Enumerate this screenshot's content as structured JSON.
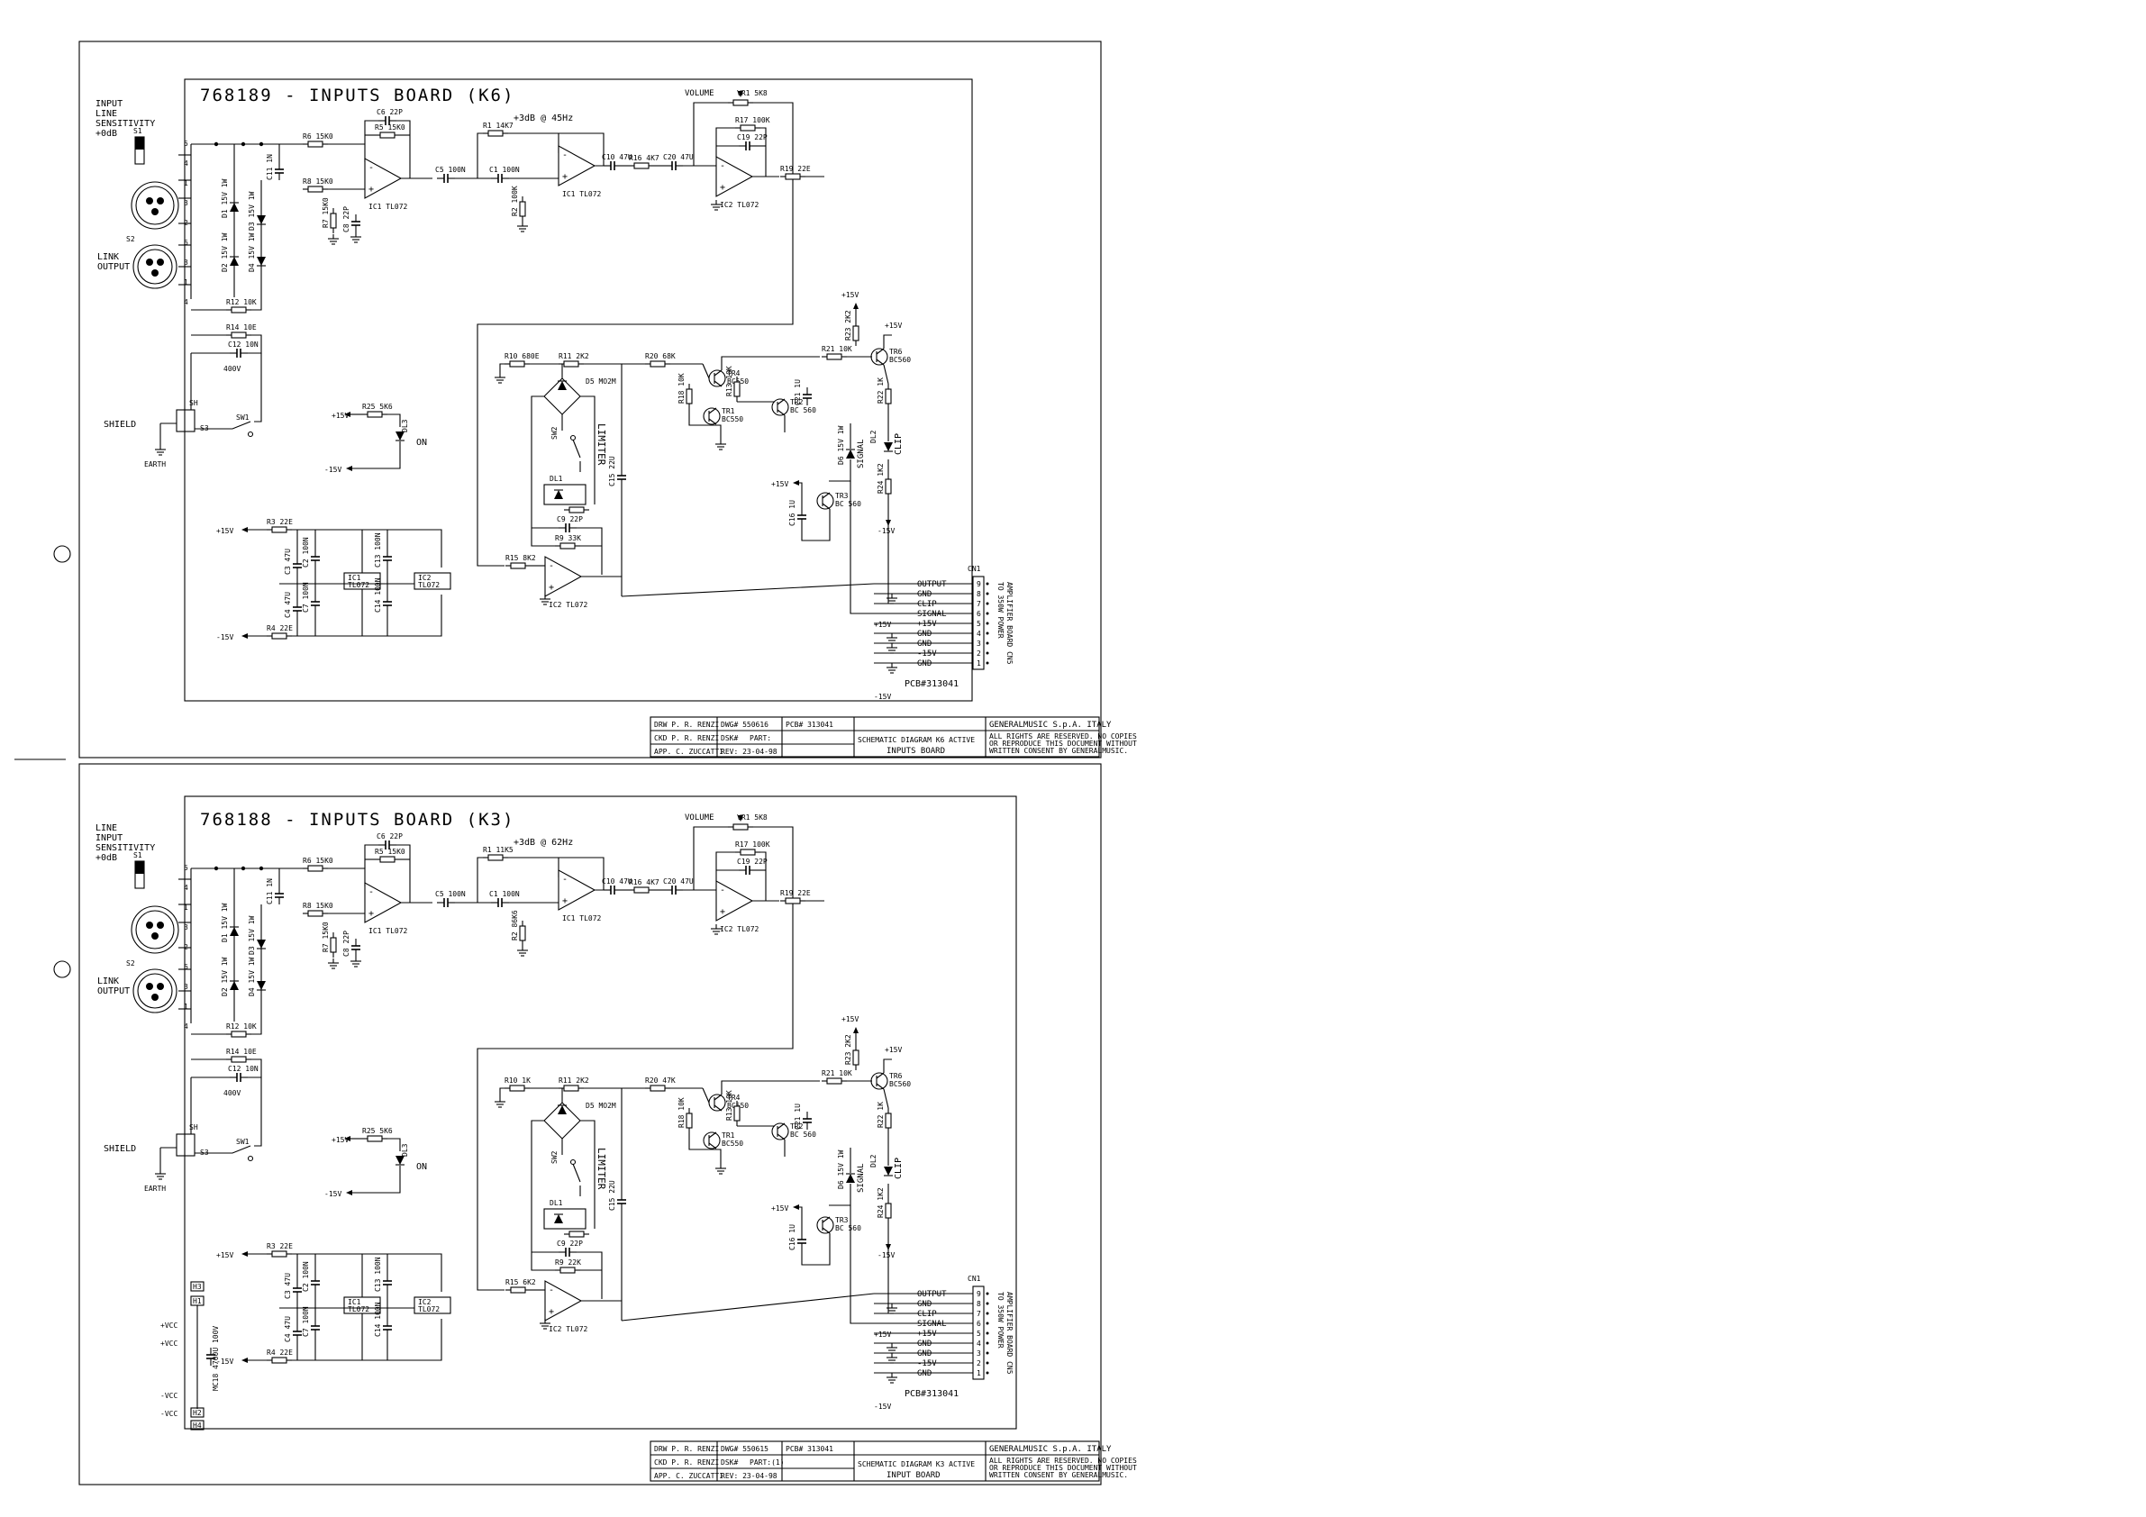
{
  "sheets": [
    {
      "title": "768189 - INPUTS BOARD (K6)",
      "sensitivity_label": [
        "INPUT",
        "LINE",
        "SENSITIVITY",
        "+0dB"
      ],
      "link_label": [
        "LINK",
        "OUTPUT"
      ],
      "shield_label": "SHIELD",
      "earth_label": "EARTH",
      "freq_note": "+3dB @ 45Hz",
      "volume_label": "VOLUME",
      "vr1": "VR1 5K8",
      "limiter_label": "LIMITER",
      "on_label": "ON",
      "pcb_label": "PCB#313041",
      "connector": "CN1",
      "supply": [
        "+15V",
        "-15V"
      ],
      "side_label": [
        "TO 350W POWER",
        "AMPLIFIER BOARD CN5"
      ],
      "components": {
        "r6": "R6 15K0",
        "r8": "R8 15K0",
        "r5": "R5 15K0",
        "c6": "C6 22P",
        "c5": "C5 100N",
        "r1": "R1 14K7",
        "c1": "C1 100N",
        "r2": "R2 100K",
        "c10": "C10 47U",
        "r16": "R16 4K7",
        "c20": "C20 47U",
        "c19": "C19 22P",
        "r17": "R17 100K",
        "r19": "R19 22E",
        "ic1a": "IC1 TL072",
        "ic1b": "IC1 TL072",
        "ic2a": "IC2 TL072",
        "ic2b": "IC2 TL072",
        "c11": "C11 1N",
        "r7": "R7 15K0",
        "c8": "C8 22P",
        "r12": "R12 10K",
        "r14": "R14 10E",
        "c12": "C12 10N",
        "v400": "400V",
        "r25": "R25 5K6",
        "dl3": "DL3",
        "r10": "R10 680E",
        "r11": "R11 2K2",
        "r20": "R20 68K",
        "d5": "D5 MO2M",
        "tr4": "TR4 BC550",
        "tr1": "TR1 BC550",
        "tr2": "TR2 BC 560",
        "r13": "R13 10K",
        "r18": "R18 10K",
        "c21": "C21 1U",
        "r21": "R21 10K",
        "r23": "R23 2K2",
        "tr6": "TR6 BC560",
        "r22": "R22 1K",
        "dl2": "DL2",
        "d6": "D6 15V 1W",
        "r24": "R24 1K2",
        "tr3": "TR3 BC 560",
        "c16": "C16 1U",
        "c15": "C15 22U",
        "dl1": "DL1",
        "c9": "C9 22P",
        "r9": "R9 33K",
        "r15": "R15 8K2",
        "r3": "R3 22E",
        "r4": "R4 22E",
        "c3": "C3 47U",
        "c4": "C4 47U",
        "c2": "C2 100N",
        "c7": "C7 100N",
        "c13": "C13 100N",
        "c14": "C14 100N",
        "ic1p": "IC1 TL072",
        "ic2p": "IC2 TL072",
        "sw1": "SW1",
        "sw2": "SW2",
        "s1": "S1",
        "s2": "S2",
        "s3": "S3",
        "sh": "SH",
        "d1": "D1 15V 1W",
        "d2": "D2 15V 1W",
        "d3": "D3 15V 1W",
        "d4": "D4 15V 1W"
      },
      "cn1_pins": [
        "OUTPUT",
        "GND",
        "CLIP",
        "SIGNAL",
        "+15V",
        "GND",
        "GND",
        "-15V",
        "GND"
      ],
      "cn1_nums": [
        "9",
        "8",
        "7",
        "6",
        "5",
        "4",
        "3",
        "2",
        "1"
      ],
      "title_block": {
        "drw": "DRW P. R. RENZI",
        "ckd": "CKD P. R. RENZI",
        "app": "APP. C. ZUCCATTI",
        "dwg": "DWG# 550616",
        "dsk": "DSK#",
        "part": "PART:",
        "rev": "REV: 23-04-98",
        "pcb": "PCB# 313041",
        "desc1": "SCHEMATIC DIAGRAM  K6 ACTIVE",
        "desc2": "INPUTS BOARD",
        "company": "GENERALMUSIC S.p.A. ITALY",
        "rights": [
          "ALL RIGHTS ARE RESERVED. NO COPIES",
          "OR REPRODUCE THIS DOCUMENT WITHOUT",
          "WRITTEN  CONSENT  BY GENERALMUSIC."
        ]
      }
    },
    {
      "title": "768188 - INPUTS BOARD (K3)",
      "sensitivity_label": [
        "LINE",
        "INPUT",
        "SENSITIVITY",
        "+0dB"
      ],
      "link_label": [
        "LINK",
        "OUTPUT"
      ],
      "shield_label": "SHIELD",
      "earth_label": "EARTH",
      "freq_note": "+3dB @ 62Hz",
      "volume_label": "VOLUME",
      "vr1": "VR1 5K8",
      "limiter_label": "LIMITER",
      "on_label": "ON",
      "pcb_label": "PCB#313041",
      "connector": "CN1",
      "supply": [
        "+15V",
        "-15V"
      ],
      "side_label": [
        "TO 350W POWER",
        "AMPLIFIER BOARD CN5"
      ],
      "vcc_labels": [
        "+VCC",
        "+VCC",
        "-VCC",
        "-VCC"
      ],
      "h_labels": [
        "H3",
        "H1",
        "H2",
        "H4"
      ],
      "c18": "MC18 4700U 100V",
      "components": {
        "r6": "R6 15K0",
        "r8": "R8 15K0",
        "r5": "R5 15K0",
        "c6": "C6 22P",
        "c5": "C5 100N",
        "r1": "R1 11K5",
        "c1": "C1 100N",
        "r2": "R2 86K6",
        "c10": "C10 47U",
        "r16": "R16 4K7",
        "c20": "C20 47U",
        "c19": "C19 22P",
        "r17": "R17 100K",
        "r19": "R19 22E",
        "ic1a": "IC1 TL072",
        "ic1b": "IC1 TL072",
        "ic2a": "IC2 TL072",
        "ic2b": "IC2 TL072",
        "c11": "C11 1N",
        "r7": "R7 15K0",
        "c8": "C8 22P",
        "r12": "R12 10K",
        "r14": "R14 10E",
        "c12": "C12 10N",
        "v400": "400V",
        "r25": "R25 5K6",
        "dl3": "DL3",
        "r10": "R10 1K",
        "r11": "R11 2K2",
        "r20": "R20 47K",
        "d5": "D5 MO2M",
        "tr4": "TR4 BC550",
        "tr1": "TR1 BC550",
        "tr2": "TR2 BC 560",
        "r13": "R13 10K",
        "r18": "R18 10K",
        "c21": "C21 1U",
        "r21": "R21 10K",
        "r23": "R23 2K2",
        "tr6": "TR6 BC560",
        "r22": "R22 1K",
        "dl2": "DL2",
        "d6": "D6 15V 1W",
        "r24": "R24 1K2",
        "tr3": "TR3 BC 560",
        "c16": "C16 1U",
        "c15": "C15 22U",
        "dl1": "DL1",
        "c9": "C9 22P",
        "r9": "R9 22K",
        "r15": "R15 6K2",
        "r3": "R3 22E",
        "r4": "R4 22E",
        "c3": "C3 47U",
        "c4": "C4 47U",
        "c2": "C2 100N",
        "c7": "C7 100N",
        "c13": "C13 100N",
        "c14": "C14 100N",
        "ic1p": "IC1 TL072",
        "ic2p": "IC2 TL072",
        "sw1": "SW1",
        "sw2": "SW2",
        "s1": "S1",
        "s2": "S2",
        "s3": "S3",
        "sh": "SH",
        "d1": "D1 15V 1W",
        "d2": "D2 15V 1W",
        "d3": "D3 15V 1W",
        "d4": "D4 15V 1W"
      },
      "cn1_pins": [
        "OUTPUT",
        "GND",
        "CLIP",
        "SIGNAL",
        "+15V",
        "GND",
        "GND",
        "-15V",
        "GND"
      ],
      "cn1_nums": [
        "9",
        "8",
        "7",
        "6",
        "5",
        "4",
        "3",
        "2",
        "1"
      ],
      "title_block": {
        "drw": "DRW P. R. RENZI",
        "ckd": "CKD P. R. RENZI",
        "app": "APP. C. ZUCCATTI",
        "dwg": "DWG# 550615",
        "dsk": "DSK#",
        "part": "PART:(1)",
        "rev": "REV: 23-04-98",
        "pcb": "PCB# 313041",
        "desc1": "SCHEMATIC DIAGRAM  K3 ACTIVE",
        "desc2": "INPUT BOARD",
        "company": "GENERALMUSIC S.p.A. ITALY",
        "rights": [
          "ALL RIGHTS ARE RESERVED. NO COPIES",
          "OR REPRODUCE THIS DOCUMENT WITHOUT",
          "WRITTEN  CONSENT  BY GENERALMUSIC."
        ]
      }
    }
  ]
}
